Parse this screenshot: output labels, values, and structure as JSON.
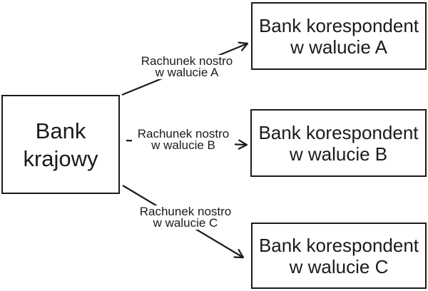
{
  "diagram": {
    "title": "Correspondent banking nostro accounts diagram",
    "colors": {
      "background": "#ffffff",
      "line": "#1b1b1b",
      "box_border": "#1b1b1b",
      "text": "#1b1b1b"
    },
    "nodes": {
      "bank_krajowy": {
        "line1": "Bank",
        "line2": "krajowy"
      },
      "korespondent_a": {
        "line1": "Bank korespondent",
        "line2": "w walucie A"
      },
      "korespondent_b": {
        "line1": "Bank korespondent",
        "line2": "w walucie B"
      },
      "korespondent_c": {
        "line1": "Bank korespondent",
        "line2": "w walucie C"
      }
    },
    "edges": {
      "nostro_a": {
        "line1": "Rachunek nostro",
        "line2": "w walucie A"
      },
      "nostro_b": {
        "line1": "Rachunek nostro",
        "line2": "w walucie B"
      },
      "nostro_c": {
        "line1": "Rachunek nostro",
        "line2": "w walucie C"
      }
    }
  }
}
